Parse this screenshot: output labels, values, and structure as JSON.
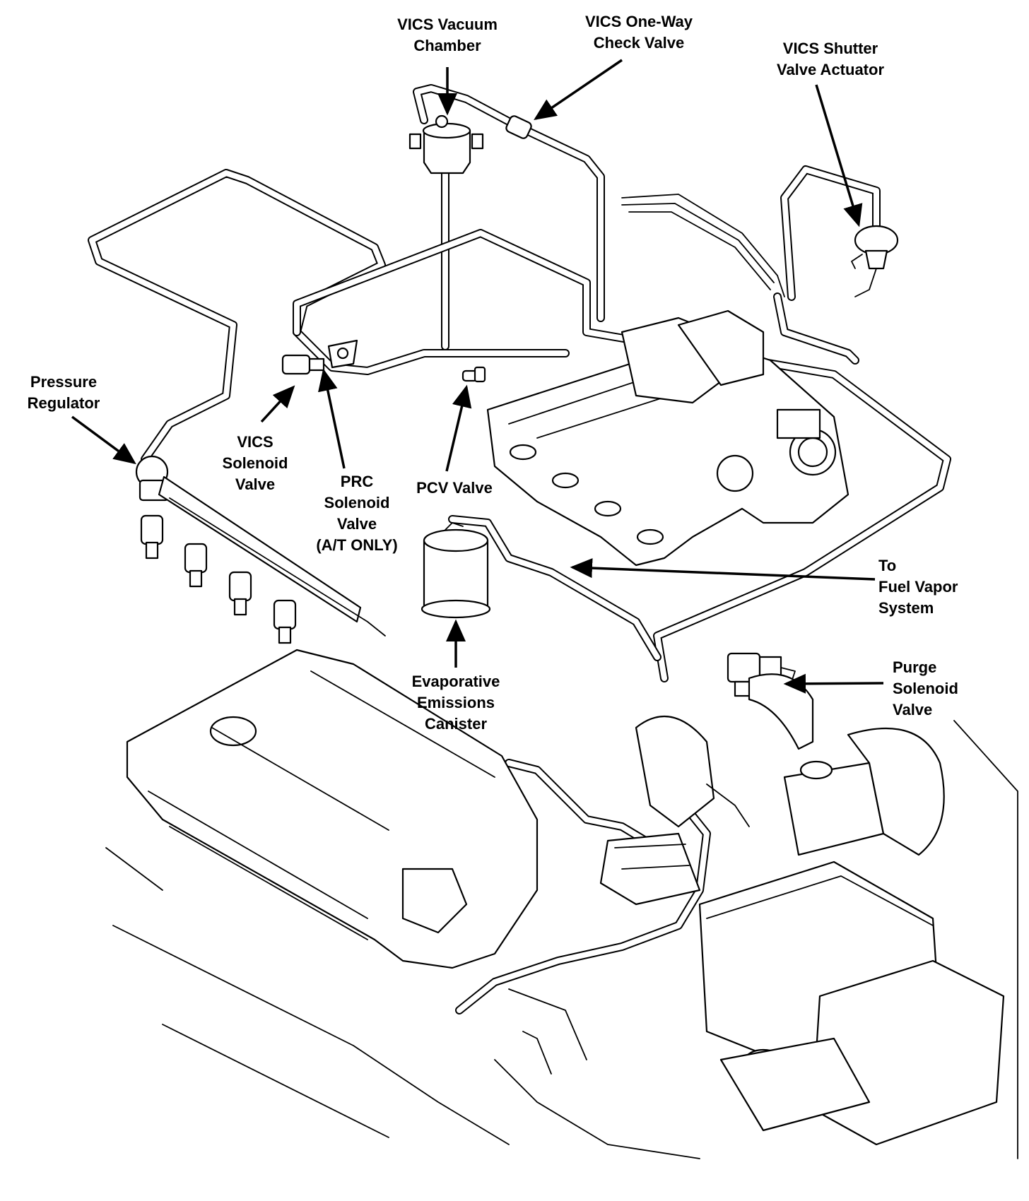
{
  "labels": {
    "vics_vacuum_chamber": [
      "VICS Vacuum",
      "Chamber"
    ],
    "vics_check_valve": [
      "VICS One-Way",
      "Check Valve"
    ],
    "vics_shutter_actuator": [
      "VICS Shutter",
      "Valve Actuator"
    ],
    "pressure_regulator": [
      "Pressure",
      "Regulator"
    ],
    "vics_solenoid": [
      "VICS",
      "Solenoid",
      "Valve"
    ],
    "prc_solenoid": [
      "PRC",
      "Solenoid",
      "Valve",
      "(A/T ONLY)"
    ],
    "pcv_valve": [
      "PCV Valve"
    ],
    "fuel_vapor": [
      "To",
      "Fuel Vapor",
      "System"
    ],
    "evap_canister": [
      "Evaporative",
      "Emissions",
      "Canister"
    ],
    "purge_solenoid": [
      "Purge",
      "Solenoid",
      "Valve"
    ]
  },
  "colors": {
    "line": "#000000",
    "background": "#ffffff"
  }
}
